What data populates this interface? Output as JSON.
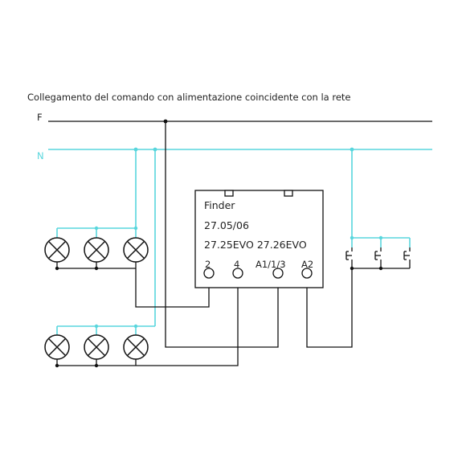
{
  "title": "Collegamento del comando con alimentazione coincidente con la rete",
  "lines": {
    "phase_label": "F",
    "neutral_label": "N"
  },
  "relay": {
    "brand": "Finder",
    "model_1": "27.05/06",
    "model_2": "27.25EVO 27.26EVO",
    "terminals": [
      "2",
      "4",
      "A1/1/3",
      "A2"
    ]
  },
  "colors": {
    "phase_wire": "#111111",
    "neutral_wire": "#58d6dd"
  },
  "components": {
    "lamp_group_top_count": 3,
    "lamp_group_bottom_count": 3,
    "pushbutton_count": 3
  }
}
